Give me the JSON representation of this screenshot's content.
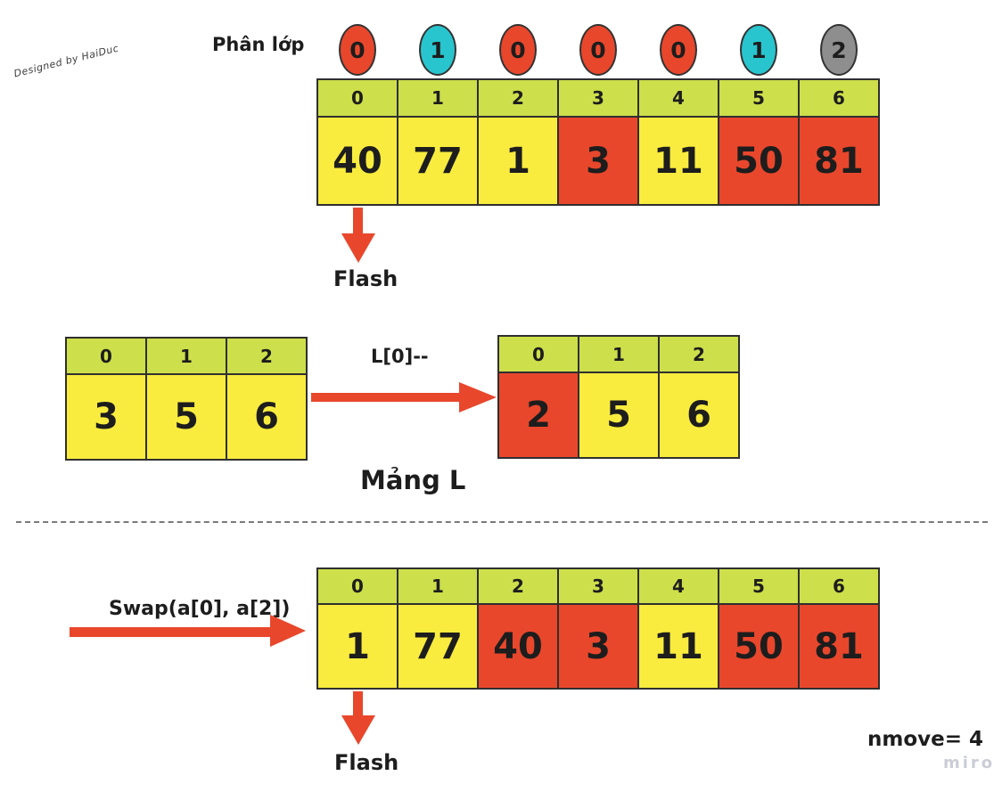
{
  "credit": "Designed by HaiDuc",
  "watermark": "miro",
  "colors": {
    "accent_red": "#e8472c",
    "cell_yellow": "#f9ec3e",
    "header_green": "#cddf4a",
    "class_cyan": "#29c5ce",
    "class_gray": "#8e8e8e",
    "border_dark": "#2f2f2f",
    "text_dark": "#1d1d1d"
  },
  "top": {
    "label": "Phân lớp",
    "circles": [
      {
        "value": "0",
        "color": "red"
      },
      {
        "value": "1",
        "color": "cyan"
      },
      {
        "value": "0",
        "color": "red"
      },
      {
        "value": "0",
        "color": "red"
      },
      {
        "value": "0",
        "color": "red"
      },
      {
        "value": "1",
        "color": "cyan"
      },
      {
        "value": "2",
        "color": "gray"
      }
    ],
    "array": {
      "indices": [
        "0",
        "1",
        "2",
        "3",
        "4",
        "5",
        "6"
      ],
      "values": [
        "40",
        "77",
        "1",
        "3",
        "11",
        "50",
        "81"
      ],
      "highlighted_indices": [
        3,
        5,
        6
      ]
    },
    "arrow_label": "Flash"
  },
  "middle": {
    "source_array": {
      "indices": [
        "0",
        "1",
        "2"
      ],
      "values": [
        "3",
        "5",
        "6"
      ],
      "highlighted_indices": []
    },
    "operation": "L[0]--",
    "result_array": {
      "indices": [
        "0",
        "1",
        "2"
      ],
      "values": [
        "2",
        "5",
        "6"
      ],
      "highlighted_indices": [
        0
      ]
    },
    "caption": "Mảng L"
  },
  "bottom": {
    "operation": "Swap(a[0], a[2])",
    "array": {
      "indices": [
        "0",
        "1",
        "2",
        "3",
        "4",
        "5",
        "6"
      ],
      "values": [
        "1",
        "77",
        "40",
        "3",
        "11",
        "50",
        "81"
      ],
      "highlighted_indices": [
        2,
        3,
        5,
        6
      ]
    },
    "arrow_label": "Flash",
    "counter": "nmove= 4"
  }
}
